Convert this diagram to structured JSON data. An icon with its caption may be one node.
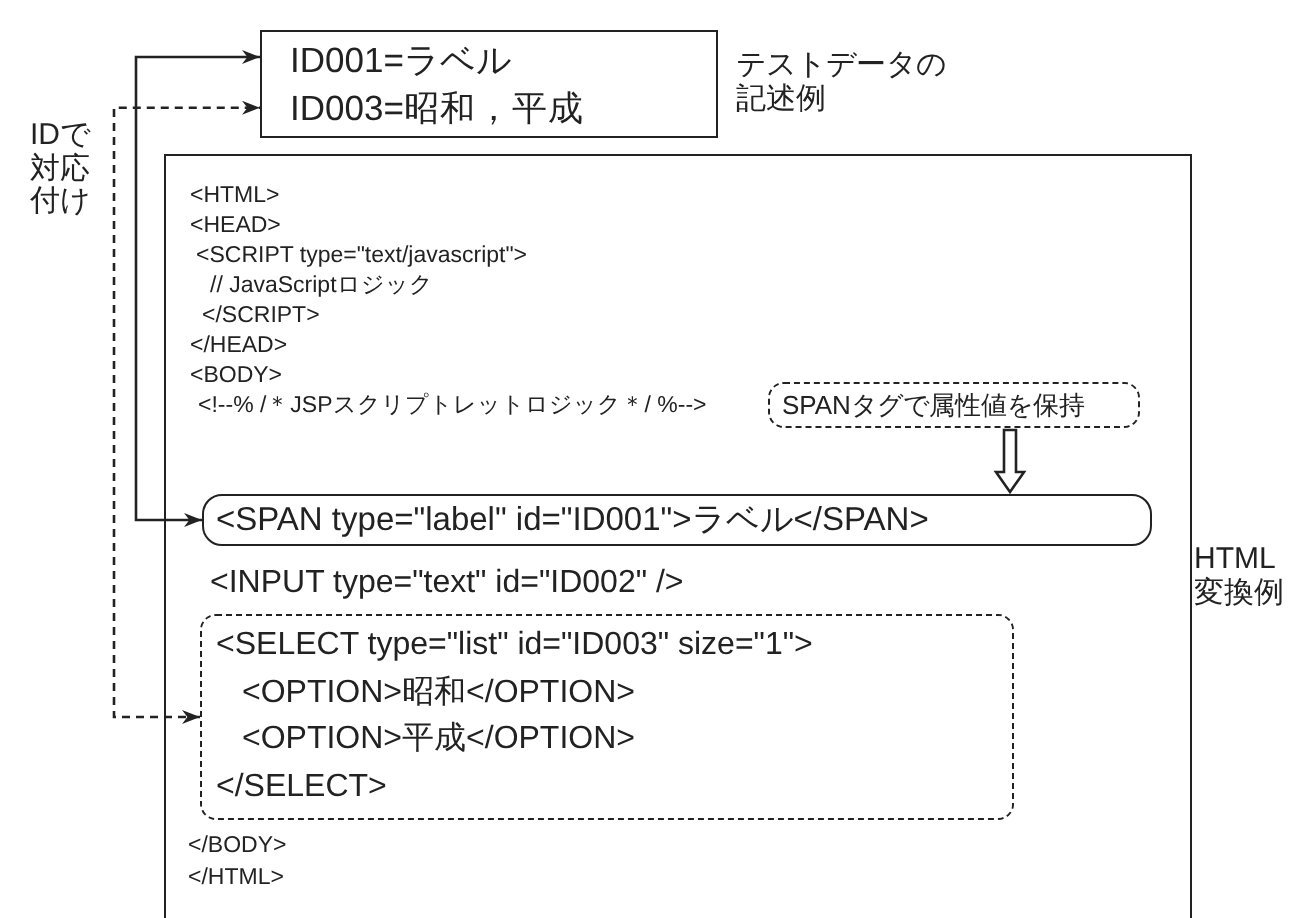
{
  "diagram": {
    "nodes": [
      {
        "text": [
          "ID001=ラベル",
          "ID003=昭和，平成"
        ],
        "beside": [
          "テストデータの記述例"
        ]
      },
      {
        "text": [
          "<HTML>",
          "<HEAD>",
          " <SCRIPT type=\"text/javascript\">",
          "// JavaScriptロジック",
          "</SCRIPT>",
          "</HEAD>",
          "<BODY>",
          "<!--% /＊JSPスクリプトレットロジック＊/ %-->",
          "<INPUT type=\"text\" id=\"ID002\" />",
          "</BODY>",
          "</HTML>"
        ],
        "beside": [
          "HTML変換例"
        ]
      },
      {
        "text": [
          "SPANタグで属性値を保持"
        ],
        "in": 1
      },
      {
        "text": [
          "<SPAN type=\"label\" id=\"ID001\">ラベル</SPAN>"
        ],
        "in": 1
      },
      {
        "text": [
          "<SELECT type=\"list\" id=\"ID003\" size=\"1\">",
          "<OPTION>昭和</OPTION>",
          "<OPTION>平成</OPTION>",
          "</SELECT>"
        ],
        "in": 1
      }
    ],
    "edges": [
      {
        "from": 3,
        "to": 0,
        "arrow": "both"
      },
      {
        "from": 4,
        "to": 0,
        "arrow": "both",
        "style": "dashed"
      },
      {
        "from": 2,
        "to": 3,
        "arrow": "to"
      }
    ],
    "labels": [
      "IDで対応付け"
    ]
  }
}
